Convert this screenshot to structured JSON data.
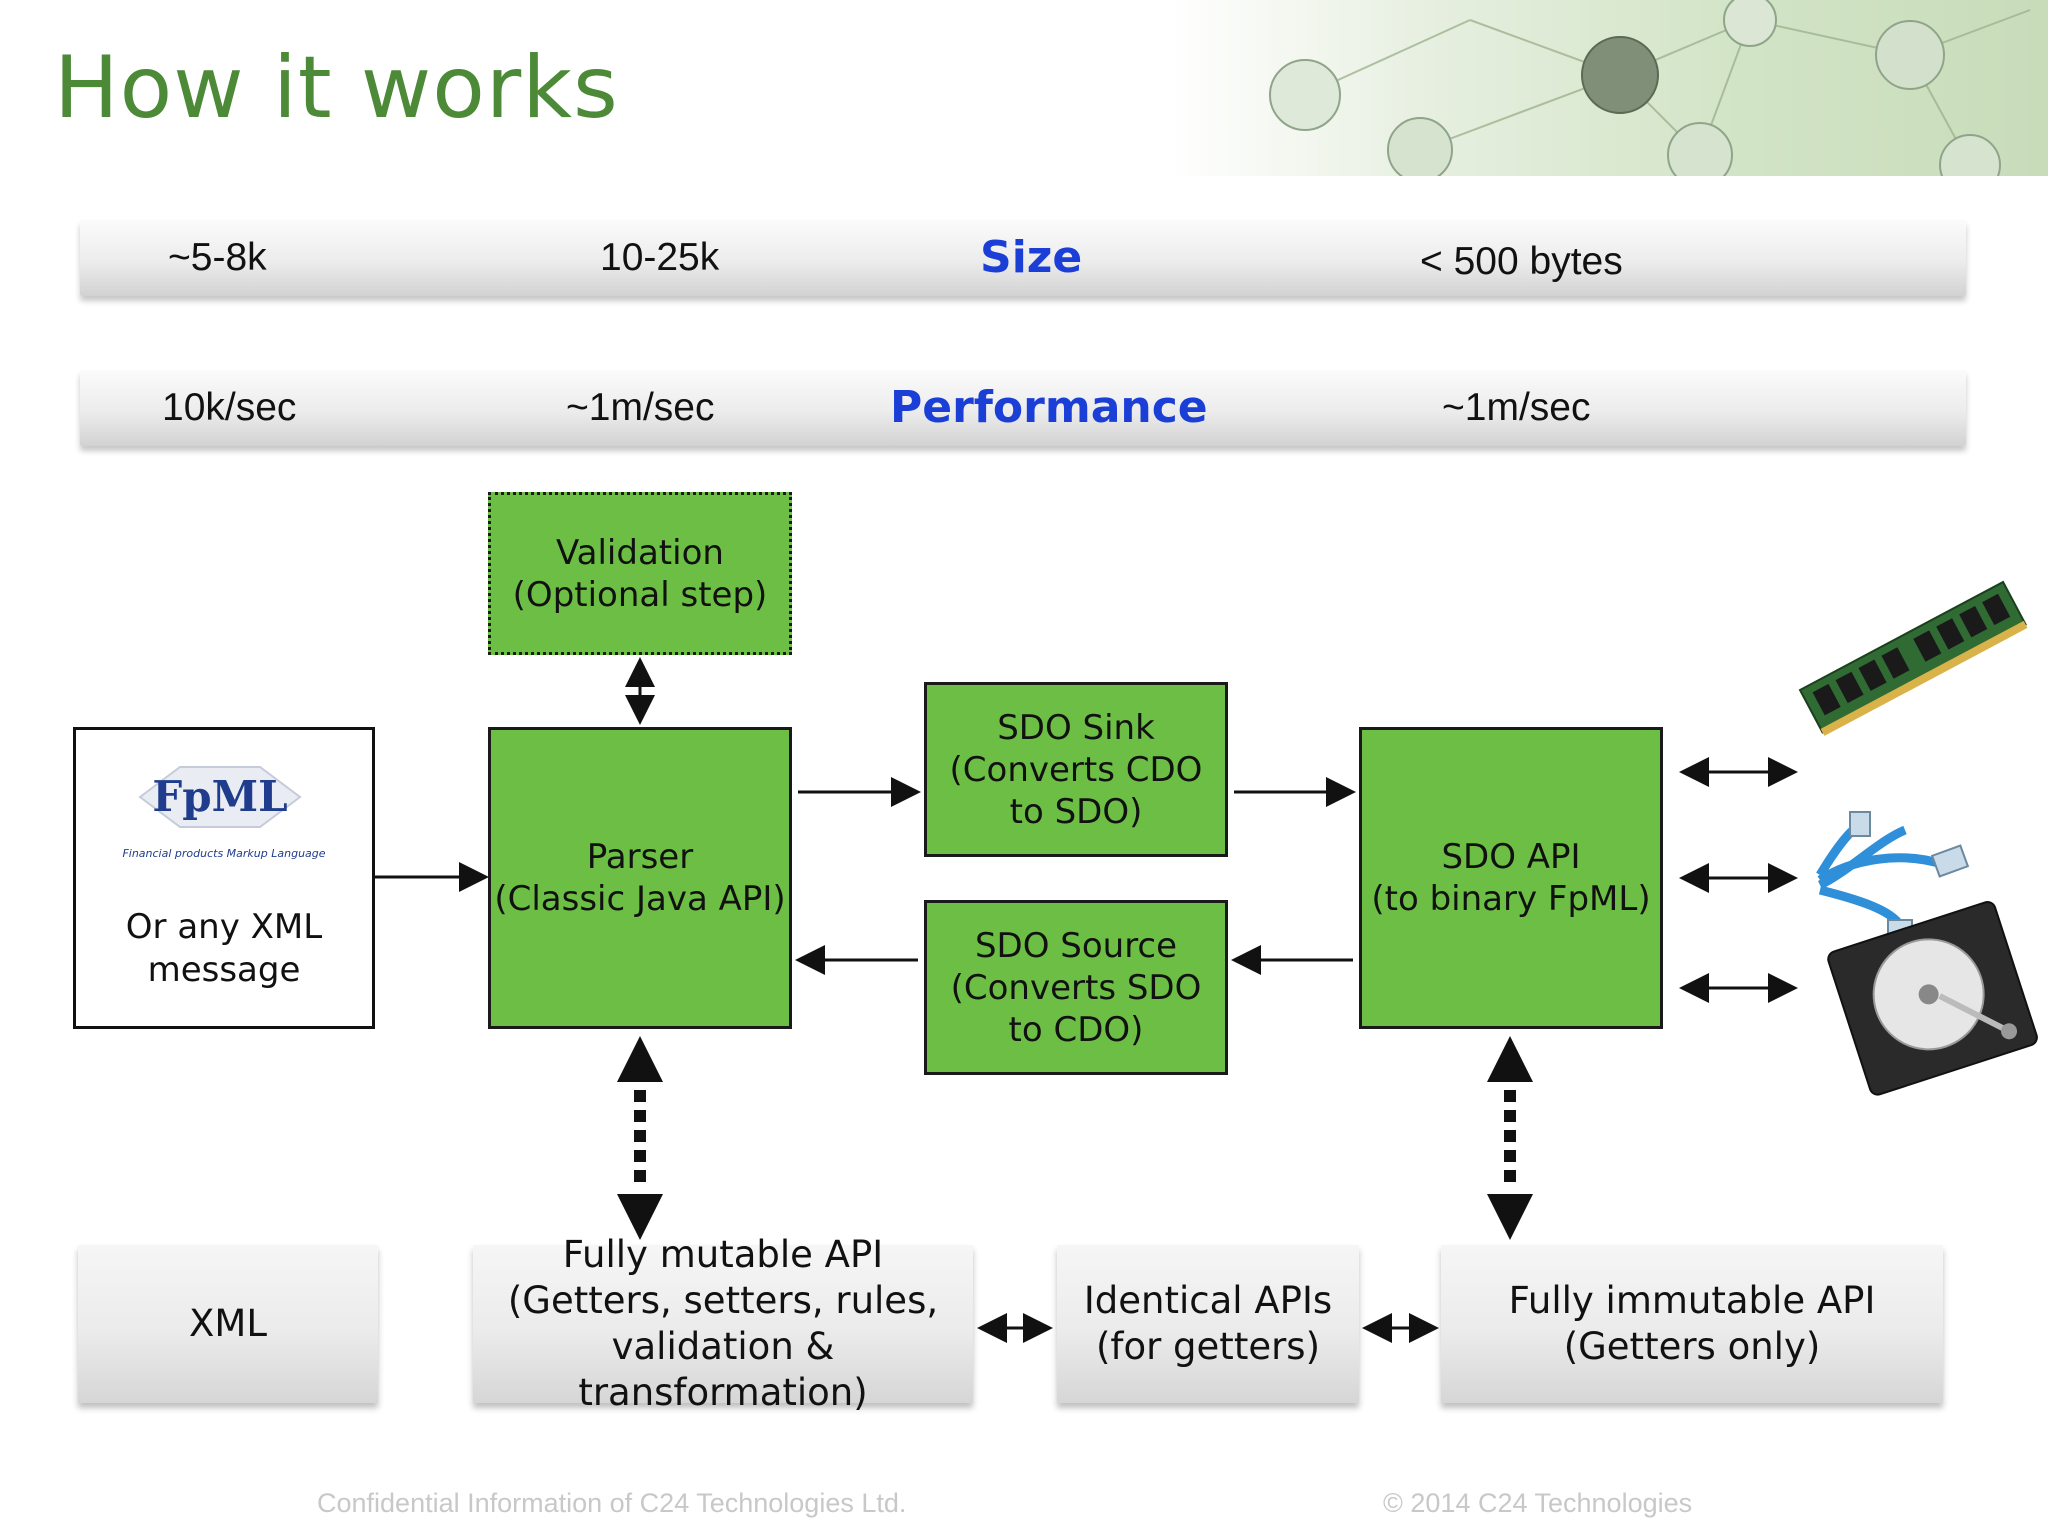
{
  "header": {
    "title": "How it works",
    "image_icon": "network-globes-icon"
  },
  "metrics": {
    "size": {
      "title": "Size",
      "xml_value": "~5-8k",
      "parser_value": "10-25k",
      "sdo_value": "< 500 bytes"
    },
    "performance": {
      "title": "Performance",
      "xml_value": "10k/sec",
      "parser_value": "~1m/sec",
      "sdo_value": "~1m/sec"
    }
  },
  "diagram": {
    "source": {
      "logo_text": "FpML",
      "logo_tagline": "Financial products Markup Language",
      "description": "Or any XML\nmessage"
    },
    "validation": "Validation\n(Optional step)",
    "parser": "Parser\n(Classic Java API)",
    "sdo_sink": "SDO Sink\n(Converts CDO\nto SDO)",
    "sdo_source": "SDO Source\n(Converts SDO\nto CDO)",
    "sdo_api": "SDO API\n(to binary FpML)",
    "targets": [
      "memory-module-icon",
      "network-cables-icon",
      "hard-drive-icon"
    ]
  },
  "apis": {
    "xml": "XML",
    "mutable": "Fully mutable API\n(Getters, setters, rules,\nvalidation & transformation)",
    "identical": "Identical APIs\n(for getters)",
    "immutable": "Fully immutable API\n(Getters only)"
  },
  "footer": {
    "confidential": "Confidential Information of C24 Technologies Ltd.",
    "copyright": "© 2014 C24 Technologies"
  },
  "colors": {
    "title_green": "#4c8a38",
    "box_green": "#6cbf44",
    "metric_title_blue": "#1b3fd6"
  }
}
